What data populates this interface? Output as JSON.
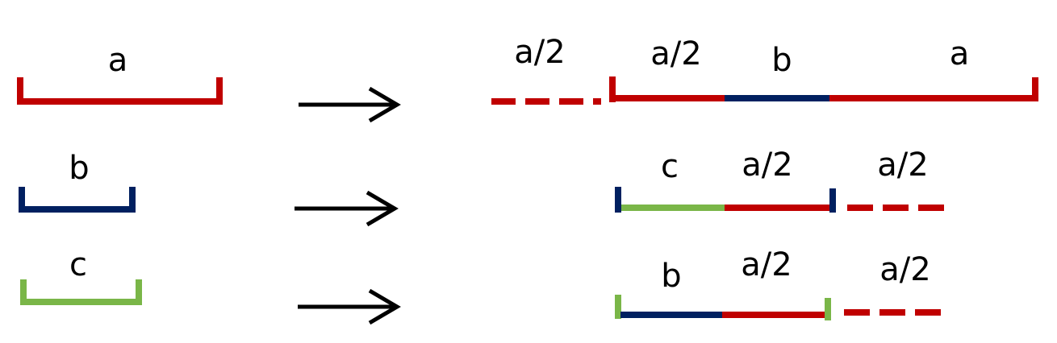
{
  "colors": {
    "red": "#c00000",
    "navy": "#002060",
    "green": "#7ab648",
    "arrow": "#000000"
  },
  "left_segments": {
    "a": {
      "label": "a"
    },
    "b": {
      "label": "b"
    },
    "c": {
      "label": "c"
    }
  },
  "right_rows": {
    "row1": {
      "labels": [
        "a/2",
        "a/2",
        "b",
        "a"
      ]
    },
    "row2": {
      "labels": [
        "c",
        "a/2",
        "a/2"
      ]
    },
    "row3": {
      "labels": [
        "b",
        "a/2",
        "a/2"
      ]
    }
  }
}
